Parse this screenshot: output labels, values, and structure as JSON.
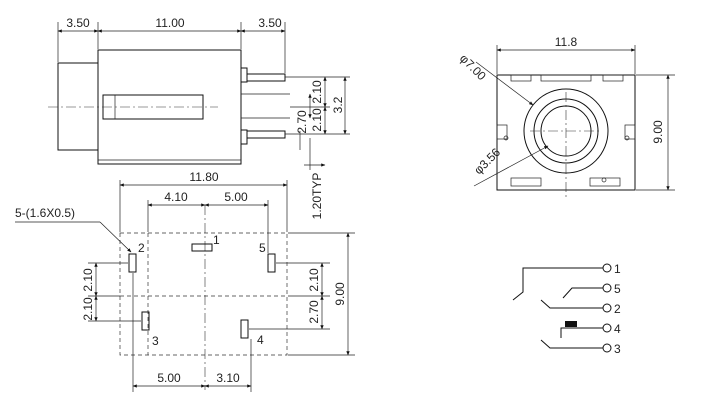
{
  "side_view": {
    "dims": {
      "front_length": "3.50",
      "body_length": "11.00",
      "pin_length": "3.50",
      "pin_a_offset": "2.10",
      "pin_b_offset": "2.10",
      "pin_pitch": "2.70",
      "pin_span": "3.2",
      "pin_width": "1.20TYP"
    }
  },
  "front_view": {
    "dims": {
      "width": "11.8",
      "height": "9.00",
      "outer_diameter": "φ7.00",
      "hole_diameter": "φ3.56"
    }
  },
  "footprint_view": {
    "dims": {
      "overall_width": "11.80",
      "pin2_to_pin1": "4.10",
      "pin1_to_pin5": "5.00",
      "pad_count_size": "5-(1.6X0.5)",
      "left_offset_a": "2.10",
      "left_offset_b": "2.10",
      "right_offset_a": "2.10",
      "right_pitch": "2.70",
      "overall_height": "9.00",
      "bottom_left": "5.00",
      "bottom_right": "3.10"
    },
    "pins": [
      "1",
      "2",
      "3",
      "4",
      "5"
    ]
  },
  "schematic": {
    "pins": [
      "1",
      "5",
      "2",
      "4",
      "3"
    ]
  }
}
